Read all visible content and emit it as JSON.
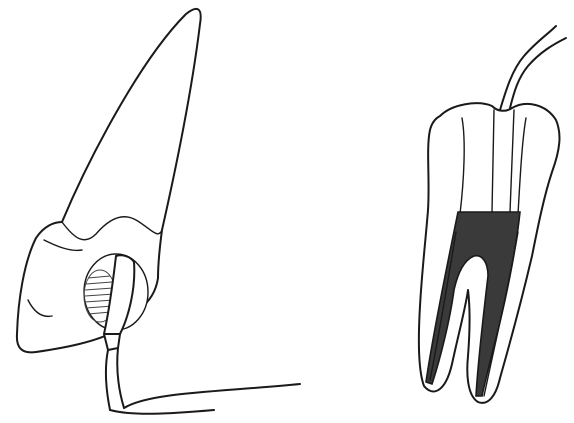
{
  "figure": {
    "panels": [
      {
        "id": "left",
        "subject": "incisor-crown-access"
      },
      {
        "id": "right",
        "subject": "molar-cross-section"
      }
    ],
    "colors": {
      "line": "#1a1a1a",
      "filling": "#3a3a3a",
      "background": "#ffffff"
    }
  }
}
